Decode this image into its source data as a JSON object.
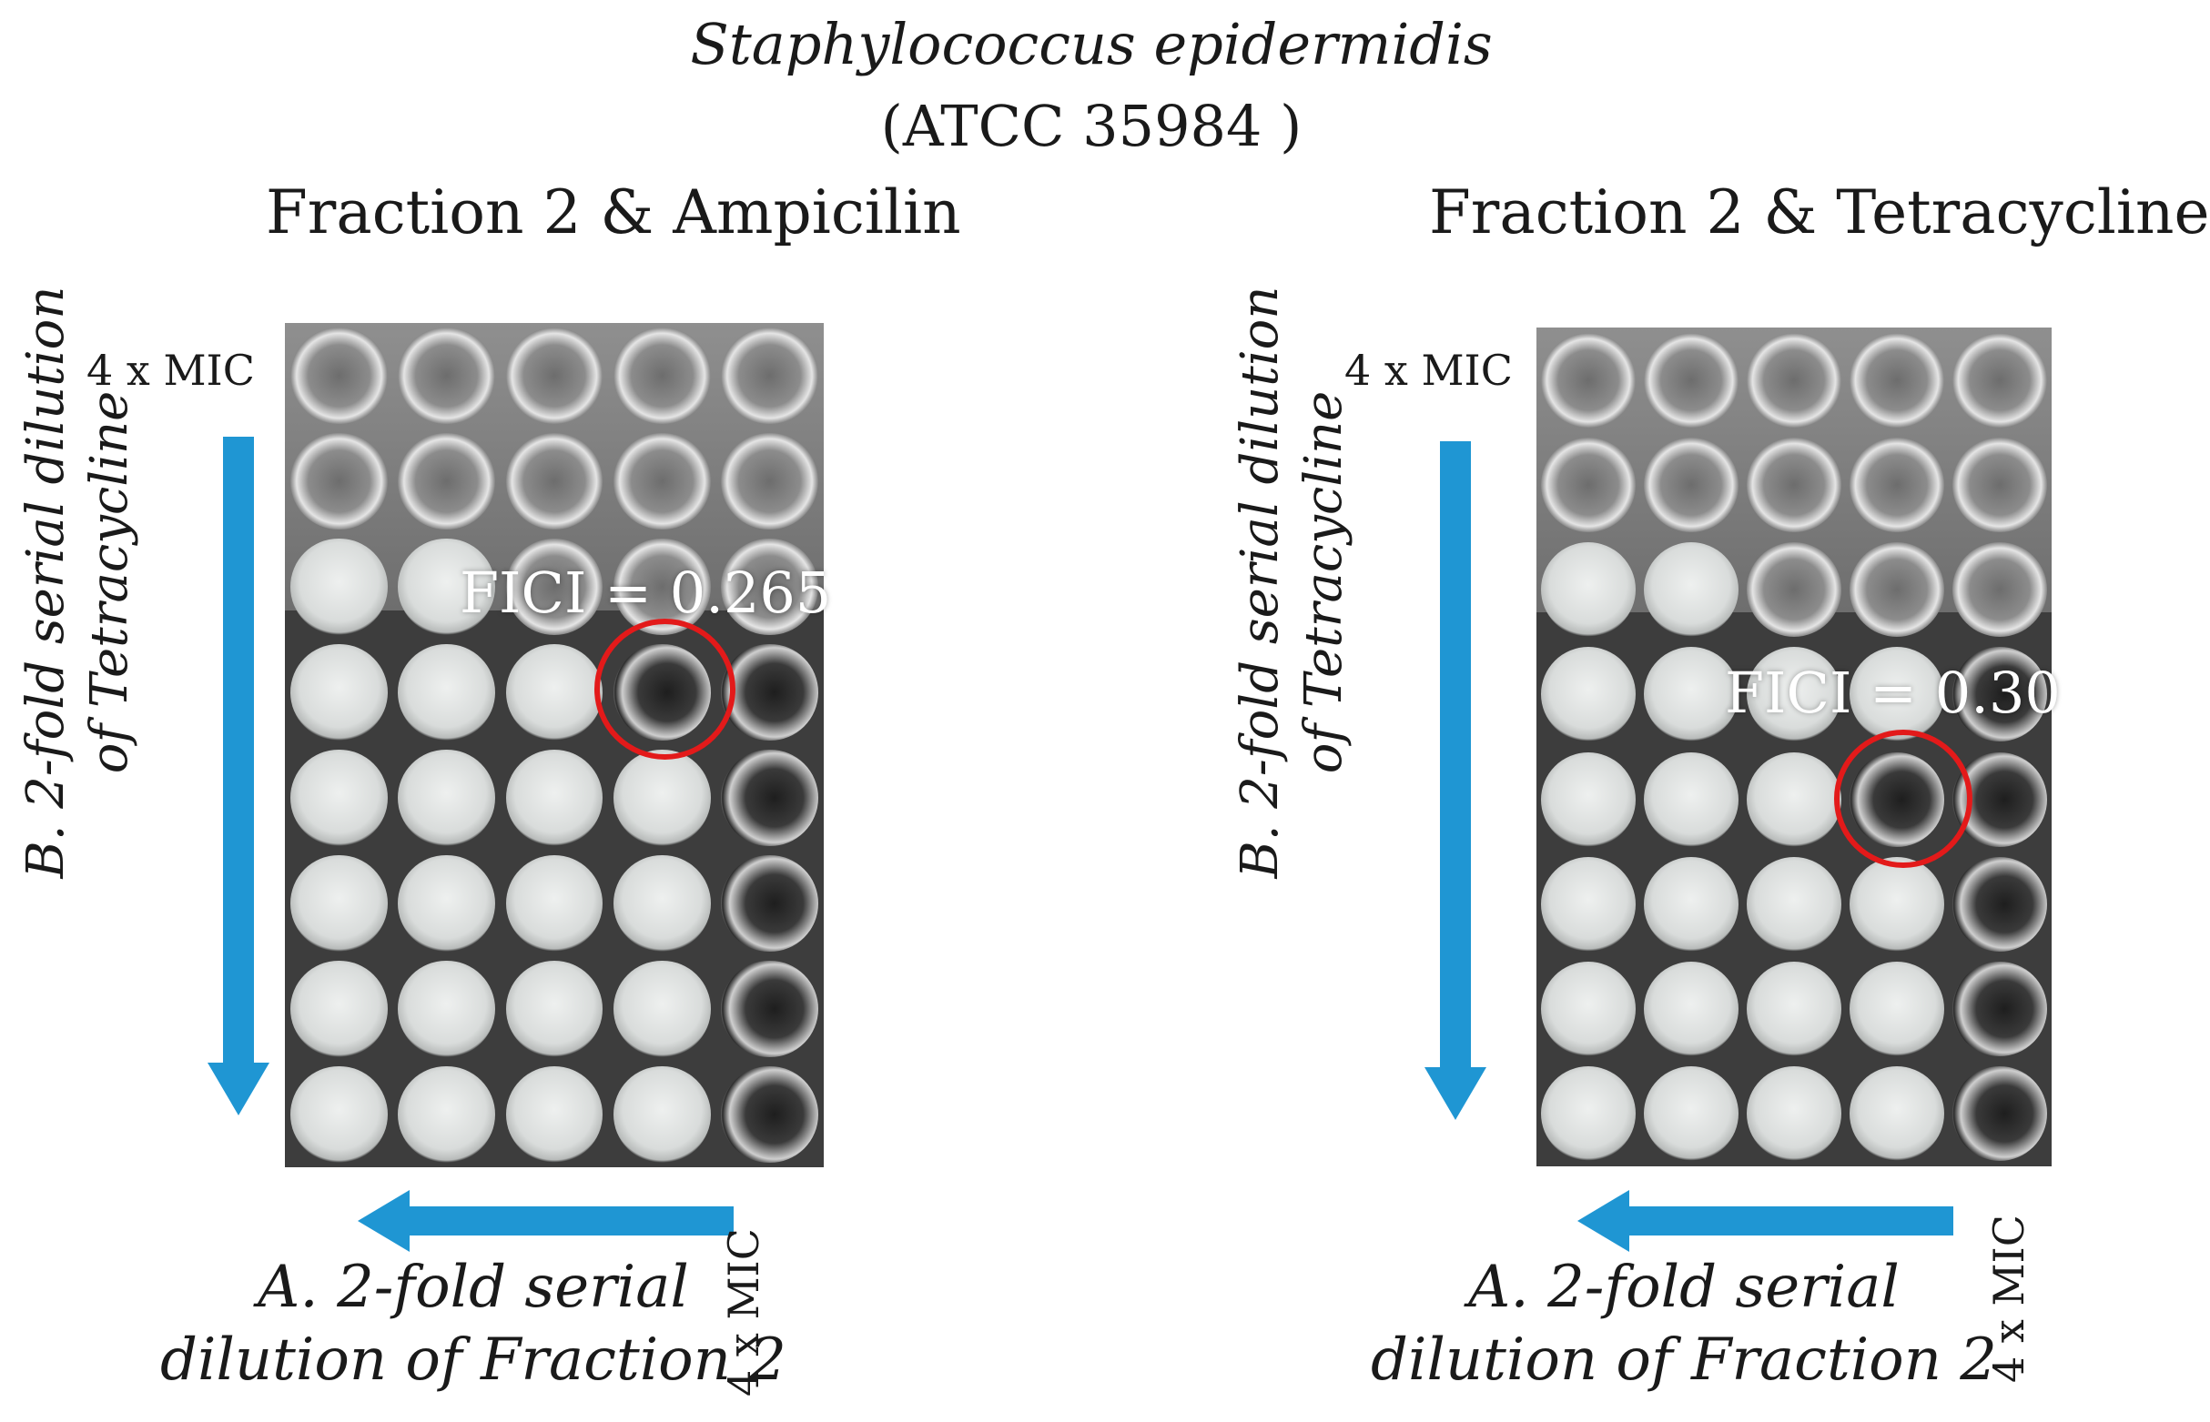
{
  "header": {
    "species": "Staphylococcus epidermidis",
    "strain": "(ATCC 35984 )"
  },
  "panels": [
    {
      "title": "Fraction 2 & Ampicilin",
      "mic_top": "4 x MIC",
      "mic_bottom": "4 x MIC",
      "vertical_label_line1": "B. 2-fold serial dilution",
      "vertical_label_line2": "of Tetracycline",
      "horizontal_label_line1": "A. 2-fold serial",
      "horizontal_label_line2": "dilution of Fraction 2",
      "fici": "FICI = 0.265",
      "wells": [
        [
          "glass",
          "glass",
          "glass",
          "glass",
          "glass"
        ],
        [
          "glass",
          "glass",
          "glass",
          "glass",
          "glass"
        ],
        [
          "clear",
          "clear",
          "glass",
          "glass",
          "glass"
        ],
        [
          "clear",
          "clear",
          "clear",
          "dark",
          "dark"
        ],
        [
          "clear",
          "clear",
          "clear",
          "clear",
          "dark"
        ],
        [
          "clear",
          "clear",
          "clear",
          "clear",
          "dark"
        ],
        [
          "clear",
          "clear",
          "clear",
          "clear",
          "dark"
        ],
        [
          "clear",
          "clear",
          "clear",
          "clear",
          "dark"
        ]
      ]
    },
    {
      "title": "Fraction 2 & Tetracycline",
      "mic_top": "4 x MIC",
      "mic_bottom": "4 x MIC",
      "vertical_label_line1": "B. 2-fold serial dilution",
      "vertical_label_line2": "of Tetracycline",
      "horizontal_label_line1": "A. 2-fold serial",
      "horizontal_label_line2": "dilution of Fraction 2",
      "fici": "FICI = 0.30",
      "wells": [
        [
          "glass",
          "glass",
          "glass",
          "glass",
          "glass"
        ],
        [
          "glass",
          "glass",
          "glass",
          "glass",
          "glass"
        ],
        [
          "clear",
          "clear",
          "glass",
          "glass",
          "glass"
        ],
        [
          "clear",
          "clear",
          "clear",
          "clear",
          "dark"
        ],
        [
          "clear",
          "clear",
          "clear",
          "dark",
          "dark"
        ],
        [
          "clear",
          "clear",
          "clear",
          "clear",
          "dark"
        ],
        [
          "clear",
          "clear",
          "clear",
          "clear",
          "dark"
        ],
        [
          "clear",
          "clear",
          "clear",
          "clear",
          "dark"
        ]
      ]
    }
  ],
  "colors": {
    "arrow": "#1f96d3",
    "highlight_ring": "#e31a1a"
  }
}
